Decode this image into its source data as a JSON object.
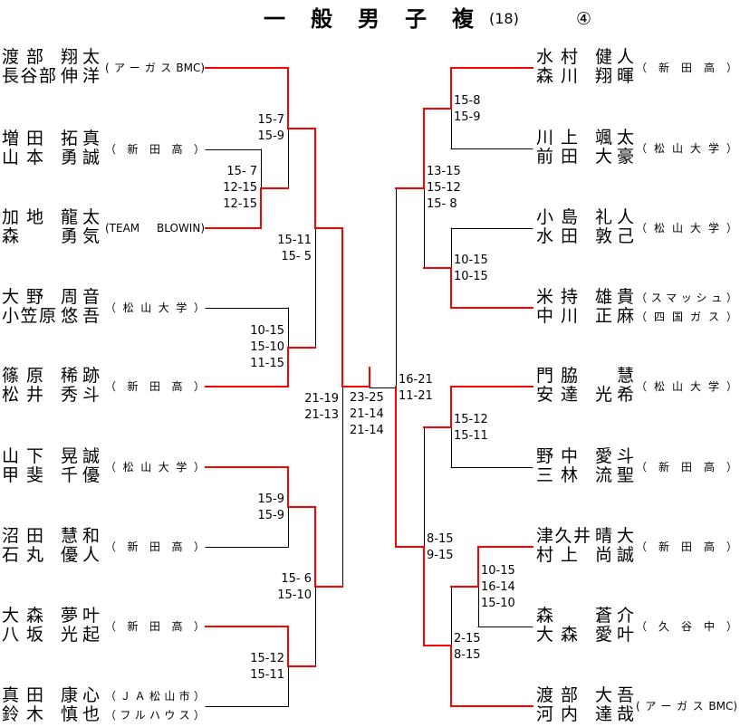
{
  "title": {
    "event": "一般男子複",
    "entry_count": "(18)",
    "page_marker": "④"
  },
  "colors": {
    "winner_line": "#ff0000",
    "line": "#000000"
  },
  "bracket": {
    "left": {
      "entries": [
        {
          "players": [
            {
              "family": "渡部",
              "given": "翔太"
            },
            {
              "family": "長谷部",
              "given": "伸洋"
            }
          ],
          "affiliation": "(アーガスBMC)"
        },
        {
          "players": [
            {
              "family": "増田",
              "given": "拓真"
            },
            {
              "family": "山本",
              "given": "勇誠"
            }
          ],
          "affiliation": "（新田高）"
        },
        {
          "players": [
            {
              "family": "加地",
              "given": "龍太"
            },
            {
              "family": "森",
              "given": "勇気"
            }
          ],
          "affiliation": "(TEAM BLOWIN)"
        },
        {
          "players": [
            {
              "family": "大野",
              "given": "周音"
            },
            {
              "family": "小笠原",
              "given": "悠吾"
            }
          ],
          "affiliation": "（松山大学）"
        },
        {
          "players": [
            {
              "family": "篠原",
              "given": "稀跡"
            },
            {
              "family": "松井",
              "given": "秀斗"
            }
          ],
          "affiliation": "（新田高）"
        },
        {
          "players": [
            {
              "family": "山下",
              "given": "晃誠"
            },
            {
              "family": "甲斐",
              "given": "千優"
            }
          ],
          "affiliation": "（松山大学）"
        },
        {
          "players": [
            {
              "family": "沼田",
              "given": "慧和"
            },
            {
              "family": "石丸",
              "given": "優人"
            }
          ],
          "affiliation": "（新田高）"
        },
        {
          "players": [
            {
              "family": "大森",
              "given": "夢叶"
            },
            {
              "family": "八坂",
              "given": "光起"
            }
          ],
          "affiliation": "（新田高）"
        },
        {
          "players": [
            {
              "family": "真田",
              "given": "康心",
              "affiliation": "（ＪＡ松山市）"
            },
            {
              "family": "鈴木",
              "given": "慎也",
              "affiliation": "（フルハウス）"
            }
          ],
          "affiliation": null
        }
      ]
    },
    "right": {
      "entries": [
        {
          "players": [
            {
              "family": "水村",
              "given": "健人"
            },
            {
              "family": "森川",
              "given": "翔暉"
            }
          ],
          "affiliation": "（新田高）"
        },
        {
          "players": [
            {
              "family": "川上",
              "given": "颯太"
            },
            {
              "family": "前田",
              "given": "大豪"
            }
          ],
          "affiliation": "（松山大学）"
        },
        {
          "players": [
            {
              "family": "小島",
              "given": "礼人"
            },
            {
              "family": "水田",
              "given": "敦己"
            }
          ],
          "affiliation": "（松山大学）"
        },
        {
          "players": [
            {
              "family": "米持",
              "given": "雄貴",
              "affiliation": "（スマッシュ）"
            },
            {
              "family": "中川",
              "given": "正麻",
              "affiliation": "（四国ガス）"
            }
          ],
          "affiliation": null
        },
        {
          "players": [
            {
              "family": "門脇",
              "given": "慧"
            },
            {
              "family": "安達",
              "given": "光希"
            }
          ],
          "affiliation": "（松山大学）"
        },
        {
          "players": [
            {
              "family": "野中",
              "given": "愛斗"
            },
            {
              "family": "三林",
              "given": "流聖"
            }
          ],
          "affiliation": "（新田高）"
        },
        {
          "players": [
            {
              "family": "津久井",
              "given": "晴大"
            },
            {
              "family": "村上",
              "given": "尚誠"
            }
          ],
          "affiliation": "（新田高）"
        },
        {
          "players": [
            {
              "family": "森",
              "given": "蒼介"
            },
            {
              "family": "大森",
              "given": "愛叶"
            }
          ],
          "affiliation": "（久谷中）"
        },
        {
          "players": [
            {
              "family": "渡部",
              "given": "大吾"
            },
            {
              "family": "河内",
              "given": "達哉"
            }
          ],
          "affiliation": "(アーガスBMC)"
        }
      ]
    },
    "matches": [
      {
        "id": "L1",
        "side": "left",
        "top": "E1",
        "bottom": "E2",
        "winner": "bottom",
        "scores": [
          "15- 7",
          "12-15",
          "12-15"
        ]
      },
      {
        "id": "L2",
        "side": "left",
        "top": "E0",
        "bottom": "M:L1",
        "winner": "top",
        "scores": [
          "15-7",
          "15-9"
        ]
      },
      {
        "id": "L3",
        "side": "left",
        "top": "E3",
        "bottom": "E4",
        "winner": "bottom",
        "scores": [
          "10-15",
          "15-10",
          "11-15"
        ]
      },
      {
        "id": "L4",
        "side": "left",
        "top": "M:L2",
        "bottom": "M:L3",
        "winner": "top",
        "scores": [
          "15-11",
          "15- 5"
        ]
      },
      {
        "id": "L5",
        "side": "left",
        "top": "E5",
        "bottom": "E6",
        "winner": "top",
        "scores": [
          "15-9",
          "15-9"
        ]
      },
      {
        "id": "L6",
        "side": "left",
        "top": "E7",
        "bottom": "E8",
        "winner": "top",
        "scores": [
          "15-12",
          "15-11"
        ]
      },
      {
        "id": "L7",
        "side": "left",
        "top": "M:L5",
        "bottom": "M:L6",
        "winner": "top",
        "scores": [
          "15- 6",
          "15-10"
        ]
      },
      {
        "id": "L8",
        "side": "left",
        "top": "M:L4",
        "bottom": "M:L7",
        "winner": "top",
        "scores": [
          "21-19",
          "21-13"
        ]
      },
      {
        "id": "R1",
        "side": "right",
        "top": "E0",
        "bottom": "E1",
        "winner": "top",
        "scores": [
          "15-8",
          "15-9"
        ]
      },
      {
        "id": "R2",
        "side": "right",
        "top": "E2",
        "bottom": "E3",
        "winner": "bottom",
        "scores": [
          "10-15",
          "10-15"
        ]
      },
      {
        "id": "R3",
        "side": "right",
        "top": "M:R1",
        "bottom": "M:R2",
        "winner": "top",
        "scores": [
          "13-15",
          "15-12",
          "15- 8"
        ]
      },
      {
        "id": "R4",
        "side": "right",
        "top": "E4",
        "bottom": "E5",
        "winner": "top",
        "scores": [
          "15-12",
          "15-11"
        ]
      },
      {
        "id": "R5",
        "side": "right",
        "top": "E6",
        "bottom": "E7",
        "winner": "top",
        "scores": [
          "10-15",
          "16-14",
          "15-10"
        ]
      },
      {
        "id": "R6",
        "side": "right",
        "top": "M:R5",
        "bottom": "E8",
        "winner": "bottom",
        "scores": [
          "2-15",
          "8-15"
        ]
      },
      {
        "id": "R7",
        "side": "right",
        "top": "M:R4",
        "bottom": "M:R6",
        "winner": "bottom",
        "scores": [
          "8-15",
          "9-15"
        ]
      },
      {
        "id": "R8",
        "side": "right",
        "top": "M:R3",
        "bottom": "M:R7",
        "winner": "bottom",
        "scores": [
          "16-21",
          "11-21"
        ]
      }
    ],
    "final": {
      "left": "M:L8",
      "right": "M:R8",
      "winner": "left",
      "scores": [
        "23-25",
        "21-14",
        "21-14"
      ]
    }
  }
}
